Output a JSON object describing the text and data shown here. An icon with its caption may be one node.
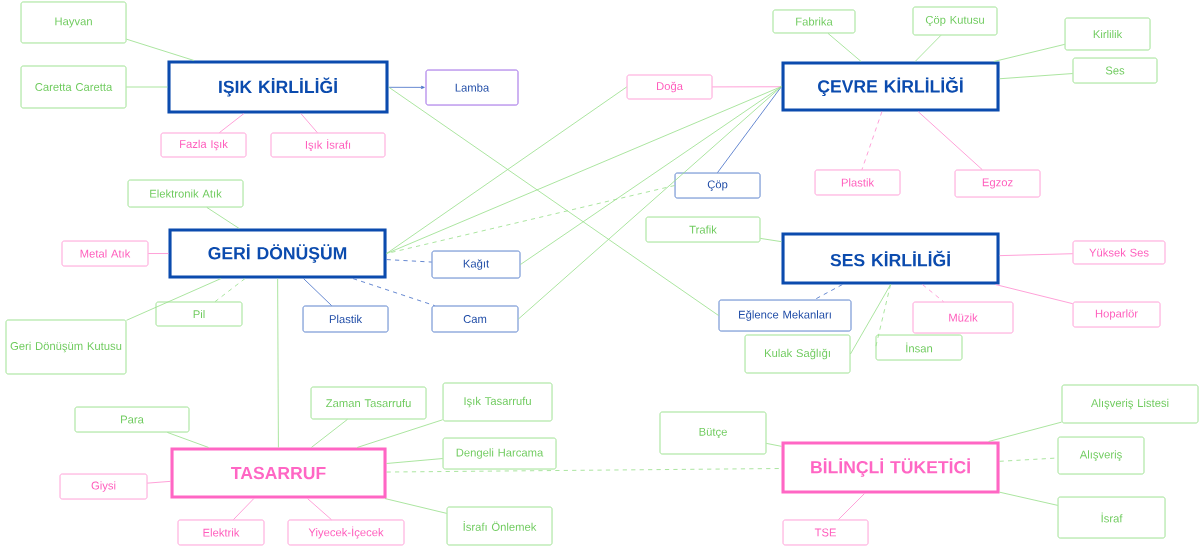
{
  "diagram": {
    "nodes": [
      {
        "text": [
          "IŞIK KİRLİLİĞİ"
        ]
      },
      {
        "text": [
          "Hayvan"
        ]
      },
      {
        "text": [
          "Caretta Caretta"
        ]
      },
      {
        "text": [
          "Fazla Işık"
        ]
      },
      {
        "text": [
          "Işık İsrafı"
        ]
      },
      {
        "text": [
          "Lamba"
        ]
      },
      {
        "text": [
          "ÇEVRE KİRLİLİĞİ"
        ]
      },
      {
        "text": [
          "Fabrika"
        ]
      },
      {
        "text": [
          "Çöp Kutusu"
        ]
      },
      {
        "text": [
          "Kirlilik"
        ]
      },
      {
        "text": [
          "Ses"
        ]
      },
      {
        "text": [
          "Doğa"
        ]
      },
      {
        "text": [
          "Çöp"
        ]
      },
      {
        "text": [
          "Plastik"
        ]
      },
      {
        "text": [
          "Egzoz"
        ]
      },
      {
        "text": [
          "GERİ DÖNÜŞÜM"
        ]
      },
      {
        "text": [
          "Elektronik Atık"
        ]
      },
      {
        "text": [
          "Metal Atık"
        ]
      },
      {
        "text": [
          "Pil"
        ]
      },
      {
        "text": [
          "Geri Dönüşüm Kutusu"
        ]
      },
      {
        "text": [
          "Kağıt"
        ]
      },
      {
        "text": [
          "Plastik"
        ]
      },
      {
        "text": [
          "Cam"
        ]
      },
      {
        "text": [
          "SES KİRLİLİĞİ"
        ]
      },
      {
        "text": [
          "Trafik"
        ]
      },
      {
        "text": [
          "Yüksek Ses"
        ]
      },
      {
        "text": [
          "Eğlence Mekanları"
        ]
      },
      {
        "text": [
          "Müzik"
        ]
      },
      {
        "text": [
          "Hoparlör"
        ]
      },
      {
        "text": [
          "Kulak Sağlığı"
        ]
      },
      {
        "text": [
          "İnsan"
        ]
      },
      {
        "text": [
          "TASARRUF"
        ]
      },
      {
        "text": [
          "Para"
        ]
      },
      {
        "text": [
          "Zaman Tasarrufu"
        ]
      },
      {
        "text": [
          "Işık Tasarrufu"
        ]
      },
      {
        "text": [
          "Dengeli Harcama"
        ]
      },
      {
        "text": [
          "Giysi"
        ]
      },
      {
        "text": [
          "Elektrik"
        ]
      },
      {
        "text": [
          "Yiyecek-İçecek"
        ]
      },
      {
        "text": [
          "İsrafı Önlemek"
        ]
      },
      {
        "text": [
          "Bütçe"
        ]
      },
      {
        "text": [
          "BİLİNÇLİ TÜKETİCİ"
        ]
      },
      {
        "text": [
          "Alışveriş Listesi"
        ]
      },
      {
        "text": [
          "Alışveriş"
        ]
      },
      {
        "text": [
          "İsraf"
        ]
      },
      {
        "text": [
          "TSE"
        ]
      }
    ],
    "edges": [
      {
        "from": 0,
        "to": 1,
        "arrow": "none"
      },
      {
        "from": 0,
        "to": 2,
        "arrow": "none"
      },
      {
        "from": 0,
        "to": 3,
        "arrow": "none",
        "color": "#ff8fd0"
      },
      {
        "from": 0,
        "to": 4,
        "arrow": "none",
        "color": "#ff8fd0"
      },
      {
        "from": 0,
        "to": 5,
        "arrow": "to",
        "color": "#4a72c8"
      },
      {
        "from": 0,
        "to": 26,
        "arrow": "none"
      },
      {
        "from": 6,
        "to": 7,
        "arrow": "none"
      },
      {
        "from": 6,
        "to": 8,
        "arrow": "none"
      },
      {
        "from": 6,
        "to": 9,
        "arrow": "none"
      },
      {
        "from": 6,
        "to": 10,
        "arrow": "none"
      },
      {
        "from": 6,
        "to": 11,
        "arrow": "none",
        "color": "#ff8fd0"
      },
      {
        "from": 6,
        "to": 12,
        "arrow": "none",
        "color": "#4a72c8"
      },
      {
        "from": 6,
        "to": 13,
        "arrow": "none",
        "style": "dashed",
        "color": "#ff8fd0"
      },
      {
        "from": 6,
        "to": 14,
        "arrow": "none",
        "color": "#ff8fd0"
      },
      {
        "from": 6,
        "to": 15,
        "arrow": "none"
      },
      {
        "from": 11,
        "to": 15,
        "arrow": "none"
      },
      {
        "from": 6,
        "to": 20,
        "arrow": "none"
      },
      {
        "from": 6,
        "to": 22,
        "arrow": "none"
      },
      {
        "from": 12,
        "to": 15,
        "arrow": "none",
        "style": "dashed"
      },
      {
        "from": 15,
        "to": 16,
        "arrow": "none"
      },
      {
        "from": 15,
        "to": 17,
        "arrow": "none",
        "color": "#ff8fd0"
      },
      {
        "from": 15,
        "to": 18,
        "arrow": "none",
        "style": "dashed"
      },
      {
        "from": 15,
        "to": 19,
        "arrow": "none"
      },
      {
        "from": 15,
        "to": 20,
        "arrow": "none",
        "style": "dashed",
        "color": "#4a72c8"
      },
      {
        "from": 15,
        "to": 21,
        "arrow": "none",
        "color": "#4a72c8"
      },
      {
        "from": 15,
        "to": 22,
        "arrow": "none",
        "style": "dashed",
        "color": "#4a72c8"
      },
      {
        "from": 15,
        "to": 31,
        "arrow": "none"
      },
      {
        "from": 23,
        "to": 24,
        "arrow": "none"
      },
      {
        "from": 23,
        "to": 25,
        "arrow": "none",
        "color": "#ff8fd0"
      },
      {
        "from": 23,
        "to": 26,
        "arrow": "none",
        "style": "dashed",
        "color": "#4a72c8"
      },
      {
        "from": 23,
        "to": 27,
        "arrow": "none",
        "style": "dashed",
        "color": "#ff8fd0"
      },
      {
        "from": 23,
        "to": 28,
        "arrow": "none",
        "color": "#ff8fd0"
      },
      {
        "from": 23,
        "to": 29,
        "arrow": "none"
      },
      {
        "from": 23,
        "to": 30,
        "arrow": "none",
        "style": "dashed"
      },
      {
        "from": 31,
        "to": 32,
        "arrow": "none"
      },
      {
        "from": 31,
        "to": 33,
        "arrow": "none"
      },
      {
        "from": 31,
        "to": 34,
        "arrow": "none"
      },
      {
        "from": 31,
        "to": 35,
        "arrow": "none"
      },
      {
        "from": 31,
        "to": 36,
        "arrow": "none",
        "color": "#ff8fd0"
      },
      {
        "from": 31,
        "to": 37,
        "arrow": "none",
        "color": "#ff8fd0"
      },
      {
        "from": 31,
        "to": 38,
        "arrow": "none",
        "color": "#ff8fd0"
      },
      {
        "from": 31,
        "to": 39,
        "arrow": "none"
      },
      {
        "from": 31,
        "to": 41,
        "arrow": "none",
        "style": "dashed"
      },
      {
        "from": 41,
        "to": 40,
        "arrow": "none"
      },
      {
        "from": 41,
        "to": 42,
        "arrow": "none"
      },
      {
        "from": 41,
        "to": 43,
        "arrow": "none",
        "style": "dashed"
      },
      {
        "from": 41,
        "to": 44,
        "arrow": "none"
      },
      {
        "from": 41,
        "to": 45,
        "arrow": "none",
        "color": "#ff8fd0"
      }
    ]
  }
}
